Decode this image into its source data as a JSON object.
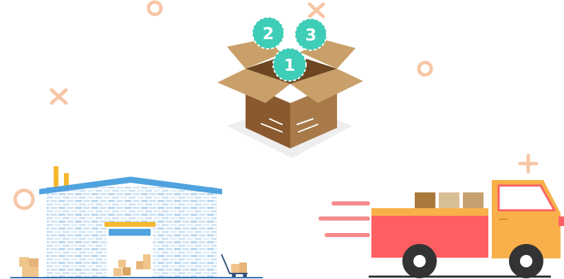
{
  "illustration": {
    "steps": [
      {
        "label": "1"
      },
      {
        "label": "2"
      },
      {
        "label": "3"
      }
    ],
    "colors": {
      "step_circle": "#3ecdb6",
      "box_light": "#c9a06a",
      "box_dark": "#8a5a2e",
      "warehouse_roof": "#4fa3de",
      "truck_body": "#ff5f63",
      "truck_cab": "#f9b04a",
      "decor": "#f7c6a5"
    }
  }
}
